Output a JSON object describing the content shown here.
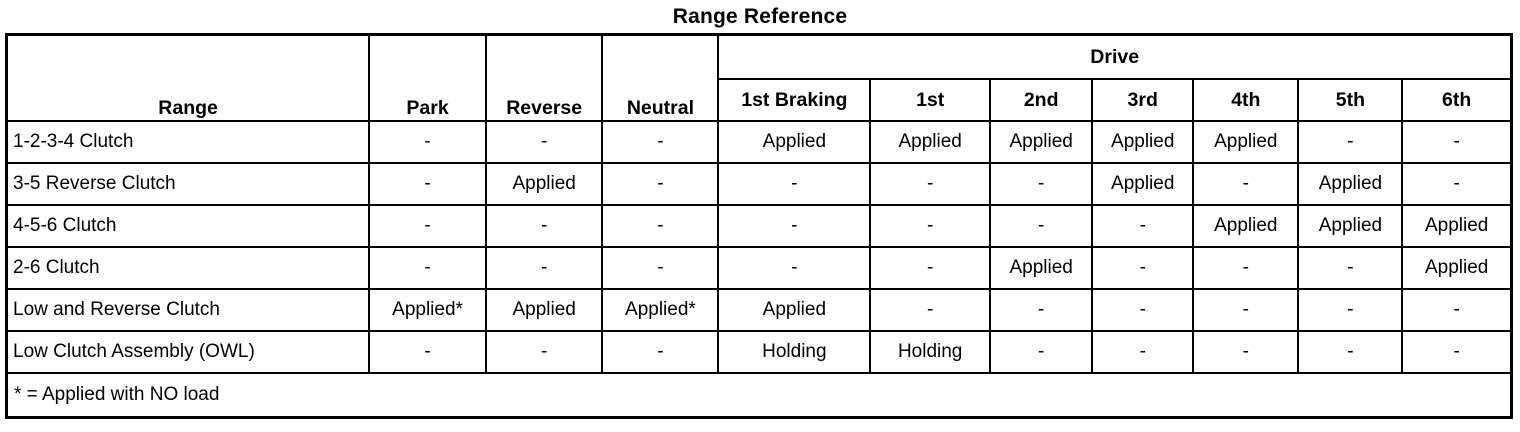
{
  "title": "Range Reference",
  "colors": {
    "border": "#000000",
    "text": "#000000",
    "background": "#ffffff"
  },
  "table": {
    "header": {
      "range": "Range",
      "park": "Park",
      "reverse": "Reverse",
      "neutral": "Neutral",
      "drive": "Drive",
      "drive_columns": [
        "1st Braking",
        "1st",
        "2nd",
        "3rd",
        "4th",
        "5th",
        "6th"
      ]
    },
    "rows": [
      {
        "label": "1-2-3-4 Clutch",
        "values": [
          "-",
          "-",
          "-",
          "Applied",
          "Applied",
          "Applied",
          "Applied",
          "Applied",
          "-",
          "-"
        ]
      },
      {
        "label": "3-5 Reverse Clutch",
        "values": [
          "-",
          "Applied",
          "-",
          "-",
          "-",
          "-",
          "Applied",
          "-",
          "Applied",
          "-"
        ]
      },
      {
        "label": "4-5-6 Clutch",
        "values": [
          "-",
          "-",
          "-",
          "-",
          "-",
          "-",
          "-",
          "Applied",
          "Applied",
          "Applied"
        ]
      },
      {
        "label": "2-6 Clutch",
        "values": [
          "-",
          "-",
          "-",
          "-",
          "-",
          "Applied",
          "-",
          "-",
          "-",
          "Applied"
        ]
      },
      {
        "label": "Low and Reverse Clutch",
        "values": [
          "Applied*",
          "Applied",
          "Applied*",
          "Applied",
          "-",
          "-",
          "-",
          "-",
          "-",
          "-"
        ]
      },
      {
        "label": "Low Clutch Assembly (OWL)",
        "values": [
          "-",
          "-",
          "-",
          "Holding",
          "Holding",
          "-",
          "-",
          "-",
          "-",
          "-"
        ]
      }
    ],
    "footnote": "* = Applied with NO load"
  }
}
